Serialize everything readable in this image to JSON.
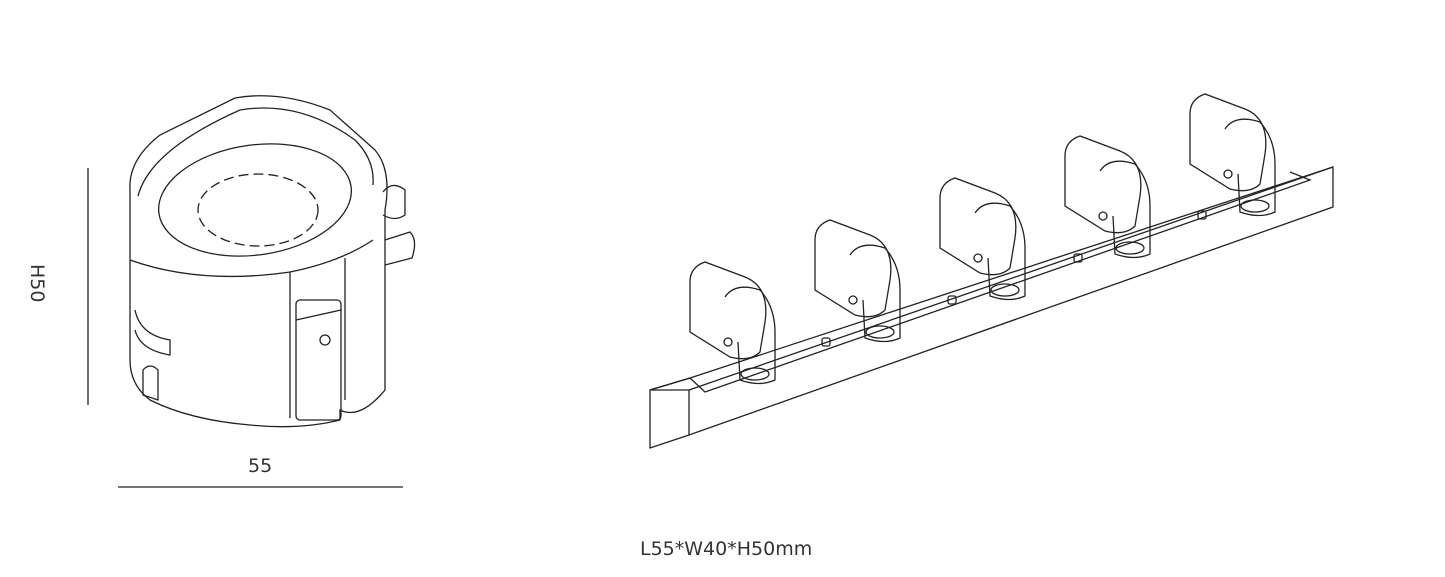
{
  "drawing": {
    "height_label": "H50",
    "width_label": "55",
    "caption": "L55*W40*H50mm"
  },
  "colors": {
    "line": "#222222",
    "background": "#ffffff",
    "text": "#333333"
  },
  "track": {
    "spotlight_count": 5,
    "connector_count": 4
  }
}
